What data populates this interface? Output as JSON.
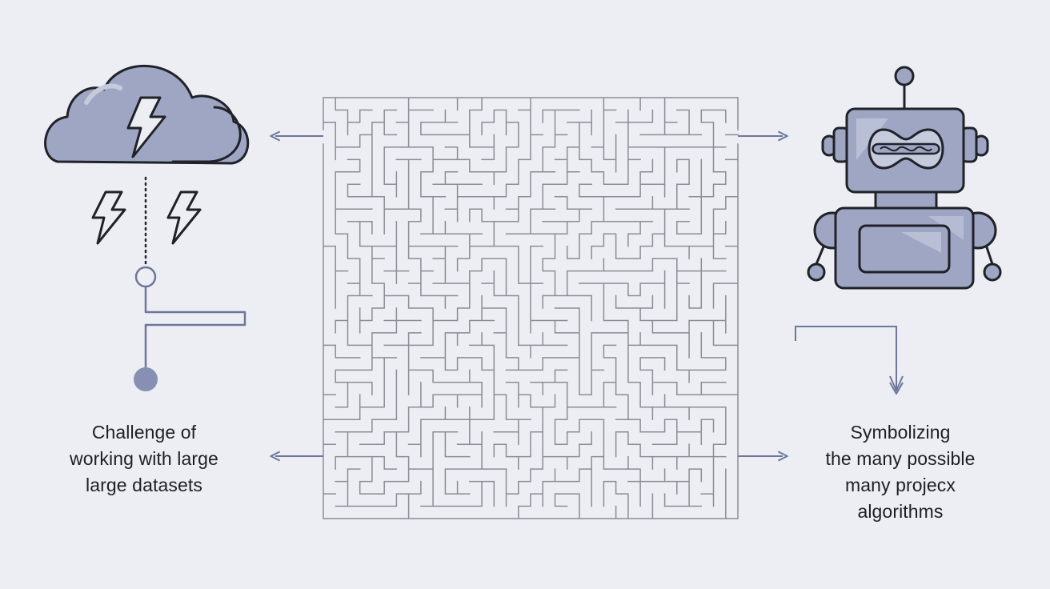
{
  "captions": {
    "left": {
      "line1": "Challenge of",
      "line2": "working with large",
      "line3": "large datasets"
    },
    "right": {
      "line1": "Symbolizing",
      "line2": "the many possible",
      "line3": "many projecx",
      "line4": "algorithms"
    }
  },
  "colors": {
    "background": "#eceef3",
    "outline": "#1f2228",
    "fill": "#9fa6c3",
    "fill_light": "#c5cadd",
    "connector": "#6e7799",
    "maze": "#8a8d96",
    "text": "#1d1f24"
  },
  "icons": {
    "cloud": "storm-cloud-icon",
    "bolt": "lightning-bolt-icon",
    "robot": "robot-icon",
    "maze": "maze-icon"
  }
}
